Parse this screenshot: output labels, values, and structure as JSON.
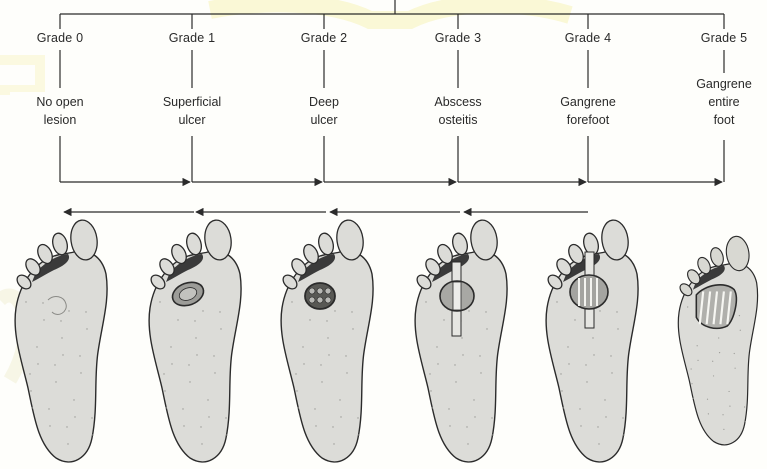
{
  "grades": [
    {
      "title": "Grade 0",
      "description_lines": [
        "No open",
        "lesion"
      ]
    },
    {
      "title": "Grade 1",
      "description_lines": [
        "Superficial",
        "ulcer"
      ]
    },
    {
      "title": "Grade 2",
      "description_lines": [
        "Deep",
        "ulcer"
      ]
    },
    {
      "title": "Grade 3",
      "description_lines": [
        "Abscess",
        "osteitis"
      ]
    },
    {
      "title": "Grade 4",
      "description_lines": [
        "Gangrene",
        "forefoot"
      ]
    },
    {
      "title": "Grade 5",
      "description_lines": [
        "Gangrene",
        "entire",
        "foot"
      ]
    }
  ],
  "colors": {
    "line": "#2b2b2b",
    "foot_fill": "#dcdcd8",
    "watermark": "#f3f1a8"
  },
  "lesion_types": [
    "none",
    "superficial",
    "deep",
    "abscess",
    "gangrene-forefoot",
    "gangrene-entire"
  ]
}
